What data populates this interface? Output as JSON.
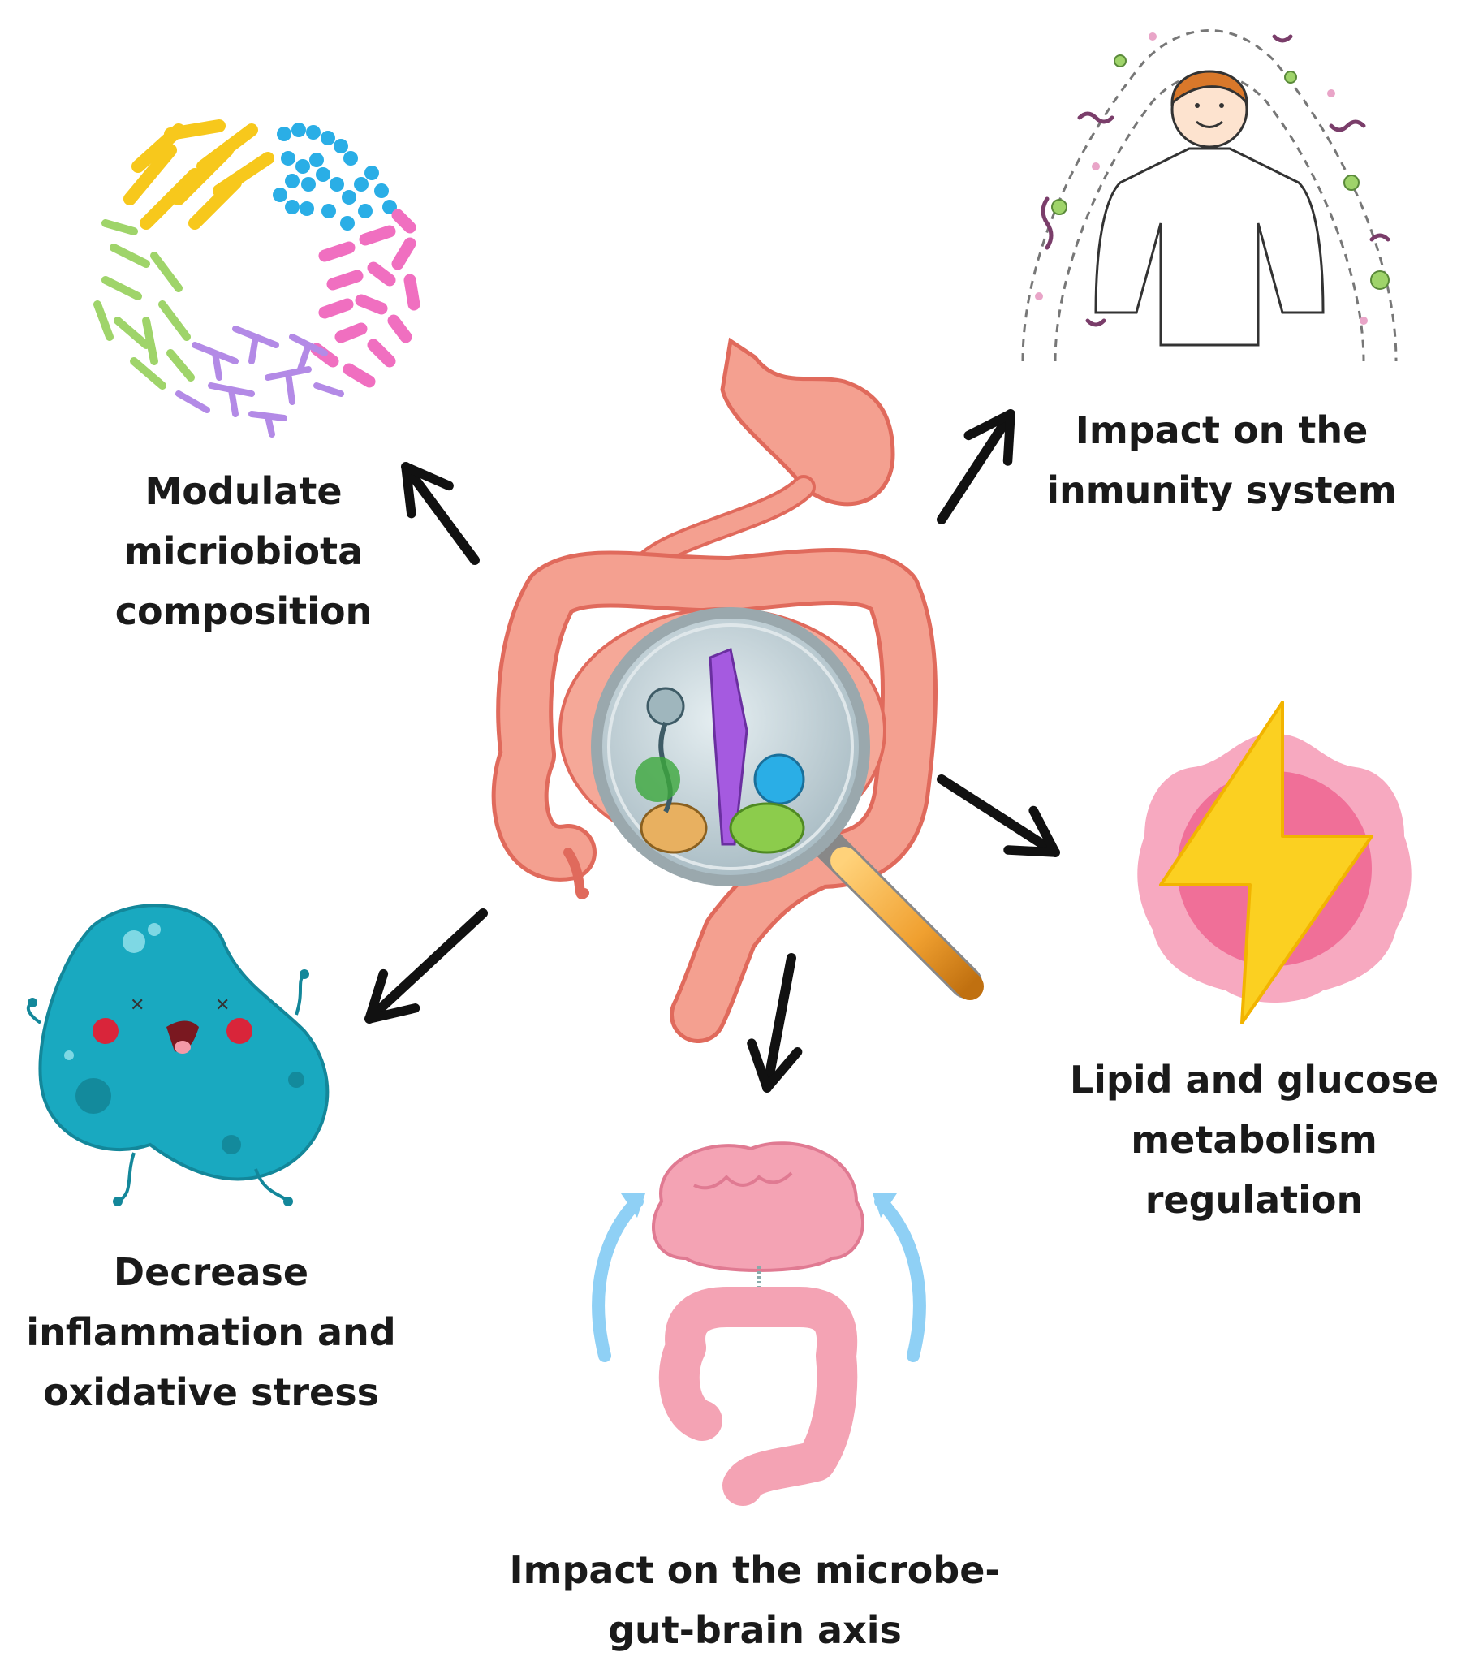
{
  "labels": {
    "microbiota": [
      "Modulate",
      "micriobiota",
      "composition"
    ],
    "immunity": [
      "Impact on the",
      "inmunity system"
    ],
    "metabolism": [
      "Lipid and glucose",
      "metabolism",
      "regulation"
    ],
    "inflammation": [
      "Decrease",
      "inflammation and",
      "oxidative stress"
    ],
    "gut_brain": [
      "Impact on the microbe-",
      "gut-brain axis"
    ]
  },
  "colors": {
    "arrow": "#111111",
    "gut": "#f4a090",
    "gut_outline": "#e06a5c",
    "lens": "#b9c9cf",
    "handle": "#f0a030",
    "bacterium": "#19a9c0",
    "cheek": "#d9253a",
    "brain": "#f4a3b4",
    "gut_brain_arrows": "#8fd0f5",
    "bolt": "#fbd021",
    "bolt_bg_outer": "#f7a9c0",
    "bolt_bg_inner": "#f06f98",
    "microbe_yellow": "#f7c81c",
    "microbe_blue": "#2aaee6",
    "microbe_pink": "#f06fc0",
    "microbe_purple": "#b38ae6",
    "microbe_green": "#9fd46a"
  }
}
